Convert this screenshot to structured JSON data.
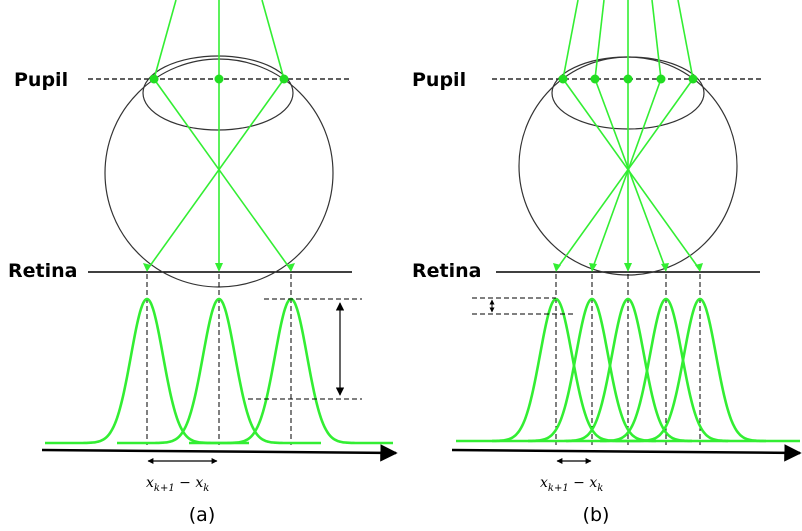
{
  "diagram": {
    "panels": [
      {
        "id": "a",
        "pupil_label": "Pupil",
        "retina_label": "Retina",
        "spacing_label": "x_{k+1} − x_k",
        "spacing_main": "x",
        "spacing_sub1": "k+1",
        "spacing_minus": " − x",
        "spacing_sub2": "k",
        "caption": "(a)",
        "beam_count": 3
      },
      {
        "id": "b",
        "pupil_label": "Pupil",
        "retina_label": "Retina",
        "spacing_label": "x_{k+1} − x_k",
        "spacing_main": "x",
        "spacing_sub1": "k+1",
        "spacing_minus": " − x",
        "spacing_sub2": "k",
        "caption": "(b)",
        "beam_count": 5
      }
    ],
    "colors": {
      "beam": "#33ee33",
      "outline": "#333333",
      "axis": "#000000"
    }
  }
}
